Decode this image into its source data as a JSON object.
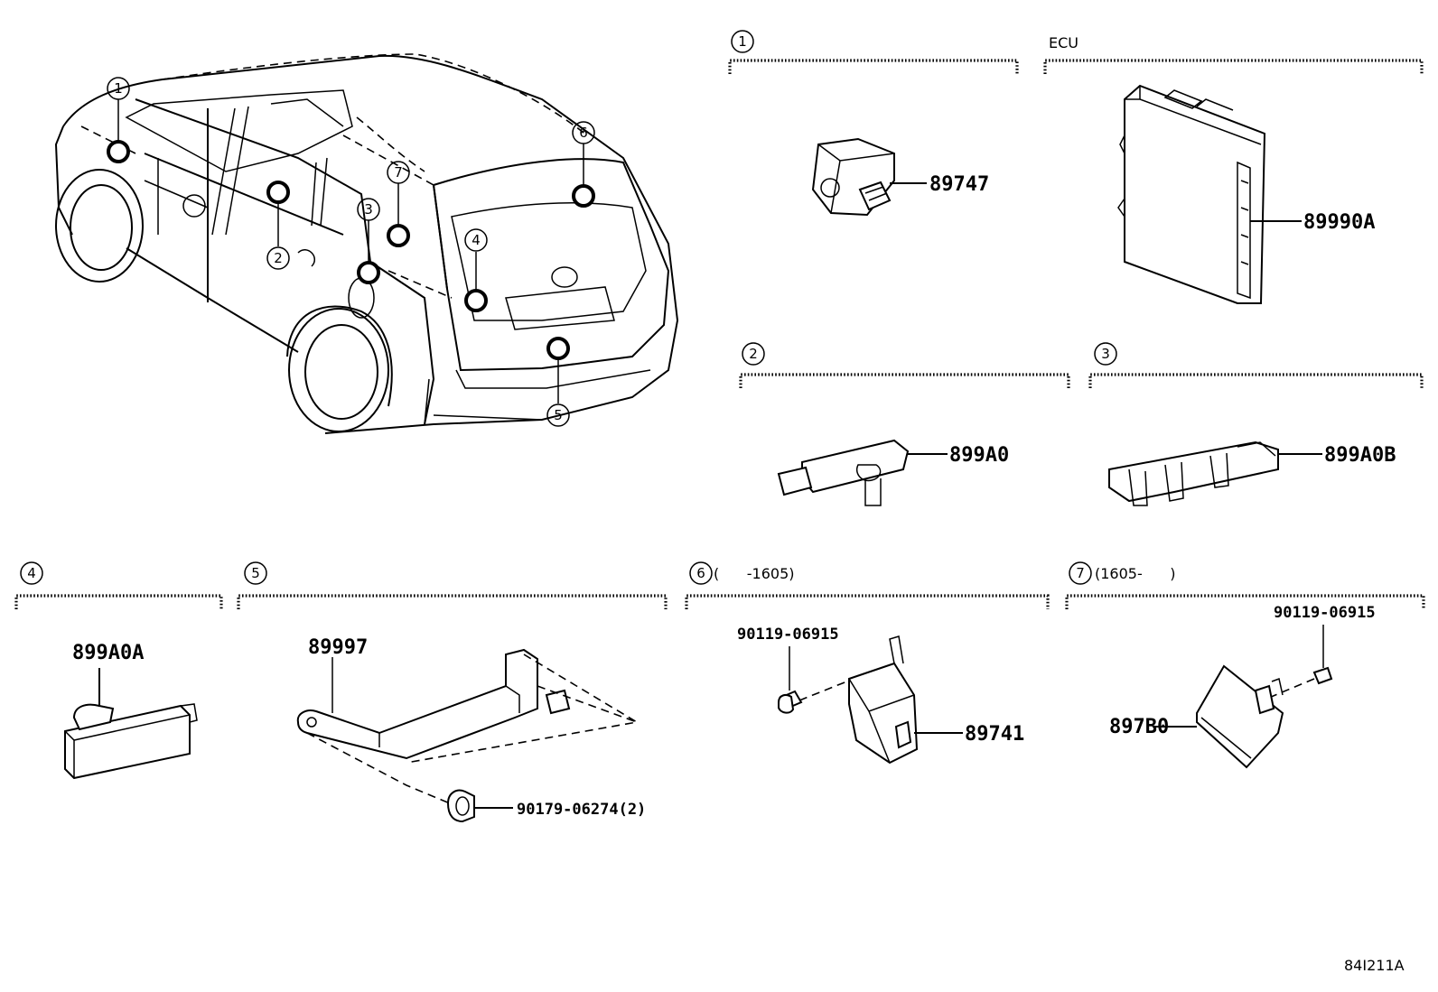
{
  "callouts": [
    "1",
    "2",
    "3",
    "4",
    "5",
    "6",
    "7"
  ],
  "sections": {
    "s1": {
      "number": "1"
    },
    "ecu": {
      "title": "ECU"
    },
    "s2": {
      "number": "2"
    },
    "s3": {
      "number": "3"
    },
    "s4": {
      "number": "4"
    },
    "s5": {
      "number": "5"
    },
    "s6": {
      "number": "6",
      "range": "(      -1605)"
    },
    "s7": {
      "number": "7",
      "range": "(1605-      )"
    }
  },
  "parts": {
    "p89747": "89747",
    "p89990A": "89990A",
    "p899A0": "899A0",
    "p899A0B": "899A0B",
    "p899A0A": "899A0A",
    "p89997": "89997",
    "p90179": "90179-06274(2)",
    "p90119_a": "90119-06915",
    "p89741": "89741",
    "p90119_b": "90119-06915",
    "p897B0": "897B0"
  },
  "diagram_code": "84I211A"
}
